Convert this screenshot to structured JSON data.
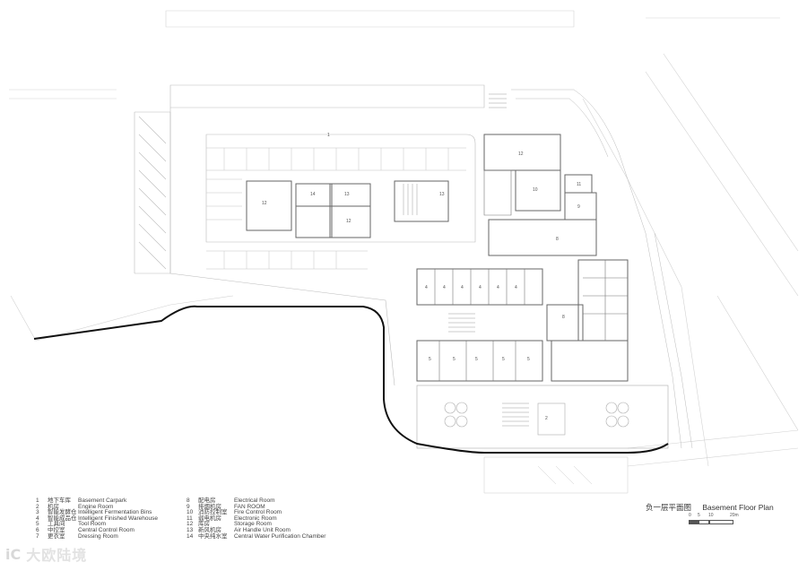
{
  "plan": {
    "title_cn": "负一层平面图",
    "title_en": "Basement Floor Plan",
    "scale_labels": [
      "0",
      "5",
      "10",
      "20m"
    ],
    "room_numbers": [
      "1",
      "2",
      "4",
      "4",
      "4",
      "4",
      "4",
      "4",
      "5",
      "5",
      "5",
      "5",
      "5",
      "8",
      "8",
      "9",
      "10",
      "11",
      "12",
      "12",
      "12",
      "13",
      "13",
      "14"
    ]
  },
  "legend": {
    "left": [
      {
        "num": "1",
        "cn": "地下车库",
        "en": "Basement Carpark"
      },
      {
        "num": "2",
        "cn": "机房",
        "en": "Engine Room"
      },
      {
        "num": "3",
        "cn": "智能发酵仓",
        "en": "Intelligent Fermentation Bins"
      },
      {
        "num": "4",
        "cn": "智能成品仓",
        "en": "Intelligent Finished Warehouse"
      },
      {
        "num": "5",
        "cn": "工具间",
        "en": "Tool Room"
      },
      {
        "num": "6",
        "cn": "中控室",
        "en": "Central Control Room"
      },
      {
        "num": "7",
        "cn": "更衣室",
        "en": "Dressing Room"
      }
    ],
    "right": [
      {
        "num": "8",
        "cn": "配电房",
        "en": "Electrical Room"
      },
      {
        "num": "9",
        "cn": "排烟机房",
        "en": "FAN ROOM"
      },
      {
        "num": "10",
        "cn": "消防控制室",
        "en": "Fire Control Room"
      },
      {
        "num": "11",
        "cn": "弱电机房",
        "en": "Electronic Room"
      },
      {
        "num": "12",
        "cn": "库房",
        "en": "Storage Room"
      },
      {
        "num": "13",
        "cn": "新风机房",
        "en": "Air Handle Unit Room"
      },
      {
        "num": "14",
        "cn": "中央纯水室",
        "en": "Central Water Purification Chamber"
      }
    ]
  },
  "watermark": {
    "logo": "iC",
    "text": "大欧陆境"
  }
}
